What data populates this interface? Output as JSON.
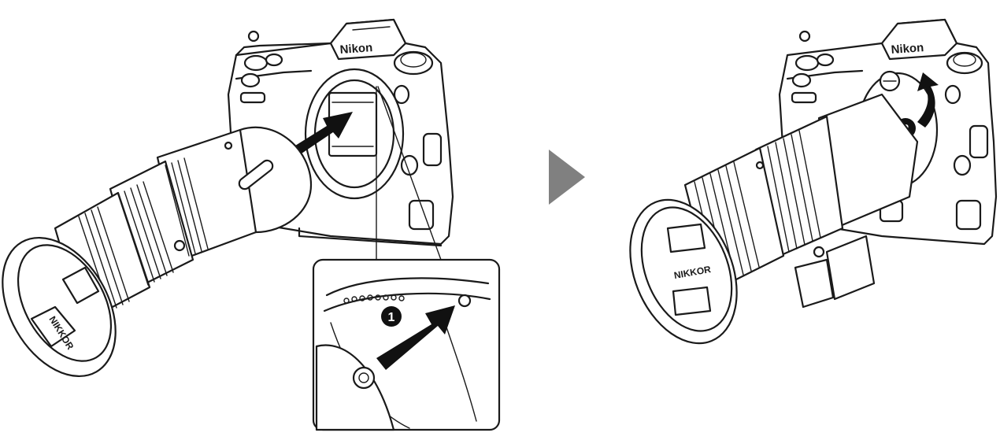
{
  "brand_text": "Nikon",
  "lens_cap_text": "NIKKOR",
  "steps": {
    "step1": "1",
    "step2": "2"
  },
  "colors": {
    "ink": "#1a1a1a",
    "arrow_next": "#808080",
    "badge": "#111111",
    "background": "#ffffff"
  },
  "icons": {
    "next_step": "play-triangle-icon",
    "insert_arrow": "arrow-icon",
    "rotate_arrow": "curved-arrow-icon"
  }
}
